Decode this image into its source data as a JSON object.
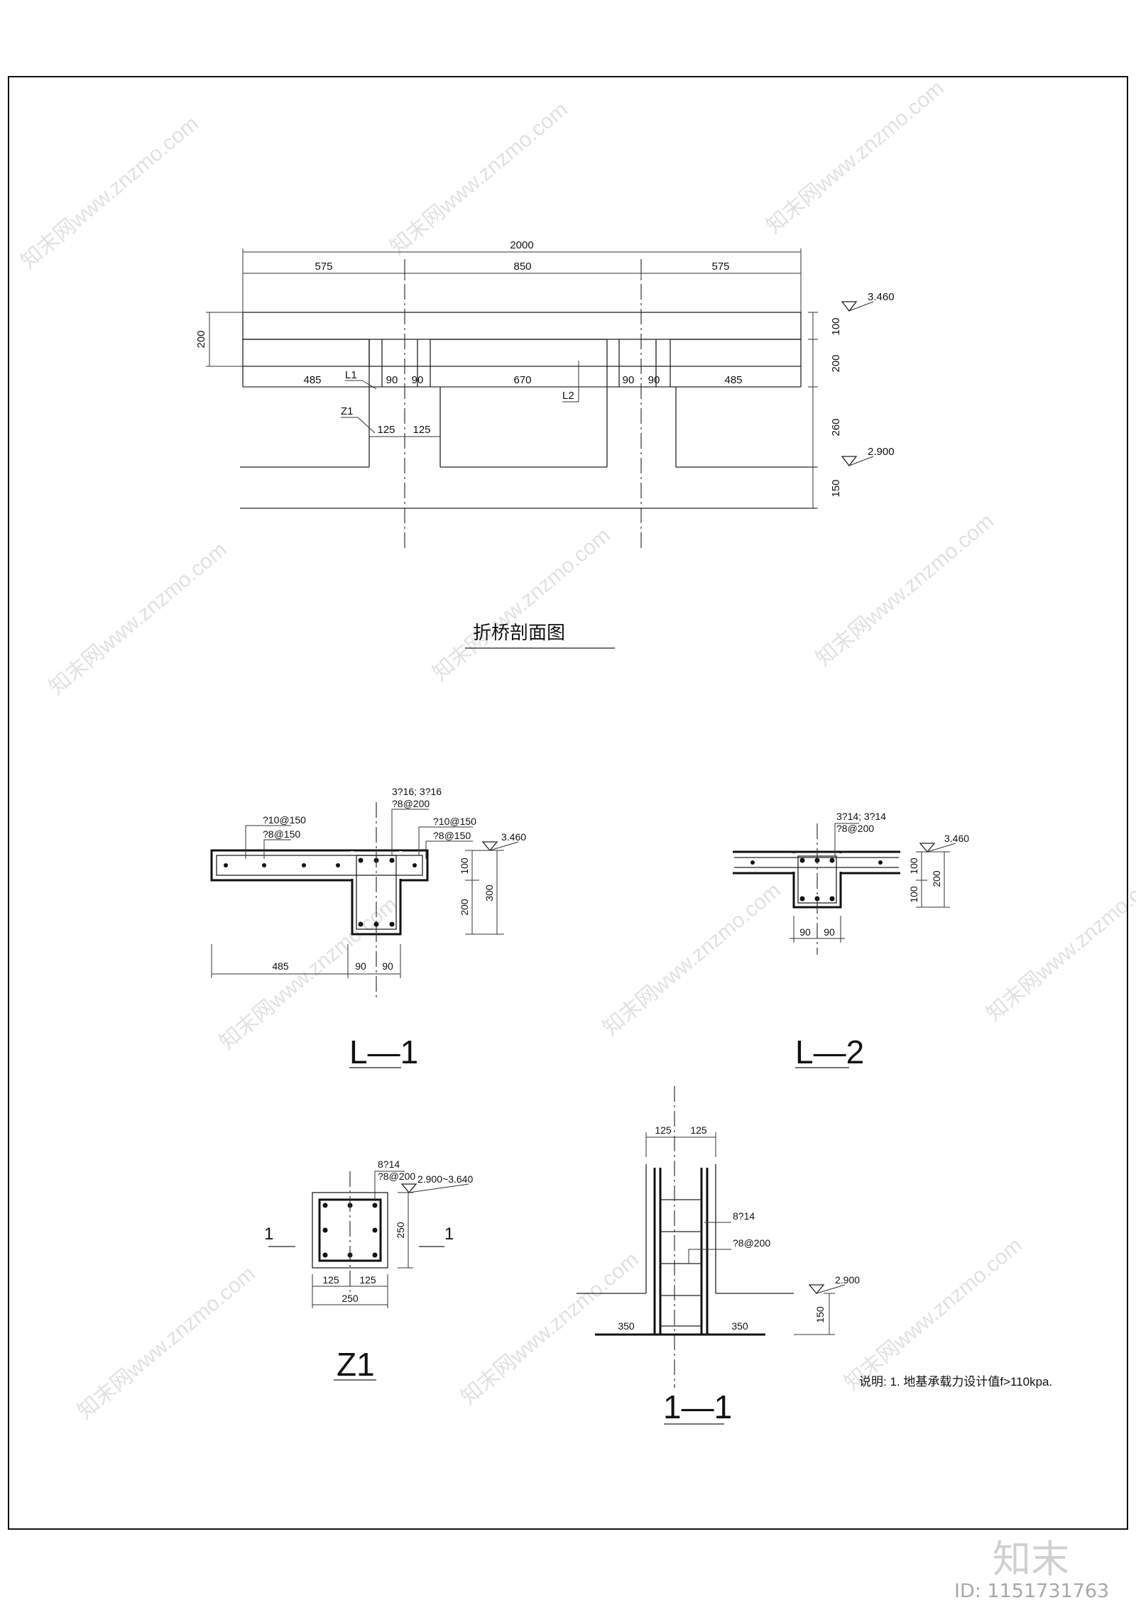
{
  "elevation": {
    "title": "折桥剖面图",
    "dims_top": [
      "2000",
      "575",
      "850",
      "575"
    ],
    "dims_mid": [
      "485",
      "90",
      "90",
      "670",
      "90",
      "90",
      "485"
    ],
    "dims_col": [
      "125",
      "125"
    ],
    "dims_left": [
      "200"
    ],
    "dims_right": [
      "100",
      "200",
      "260",
      "150"
    ],
    "levels": [
      "3.460",
      "2.900"
    ],
    "labels": [
      "L1",
      "L2",
      "Z1"
    ]
  },
  "sec_l1": {
    "title": "L—1",
    "rebar_notes": [
      "?10@150",
      "?8@150",
      "3?16; 3?16",
      "?8@200",
      "?10@150",
      "?8@150"
    ],
    "level": "3.460",
    "dims_right": [
      "100",
      "200",
      "300"
    ],
    "dims_bottom": [
      "485",
      "90",
      "90"
    ]
  },
  "sec_l2": {
    "title": "L—2",
    "rebar_notes": [
      "3?14; 3?14",
      "?8@200"
    ],
    "level": "3.460",
    "dims_right": [
      "100",
      "100",
      "200"
    ],
    "dims_bottom": [
      "90",
      "90"
    ]
  },
  "sec_z1": {
    "title": "Z1",
    "rebar_notes": [
      "8?14",
      "?8@200"
    ],
    "level": "2.900~3.640",
    "cut_marks": [
      "1",
      "1"
    ],
    "dims_right": [
      "250"
    ],
    "dims_bottom": [
      "125",
      "125",
      "250"
    ]
  },
  "sec_11": {
    "title": "1—1",
    "dims_top": [
      "125",
      "125"
    ],
    "rebar_notes": [
      "8?14",
      "?8@200"
    ],
    "level": "2.900",
    "dims_right": [
      "150"
    ],
    "dims_bottom": [
      "350",
      "350"
    ]
  },
  "note": "说明: 1. 地基承载力设计值f>110kpa.",
  "watermark": {
    "text": "知末网www.znzmo.com",
    "brand": "知末",
    "id": "ID: 1151731763"
  }
}
